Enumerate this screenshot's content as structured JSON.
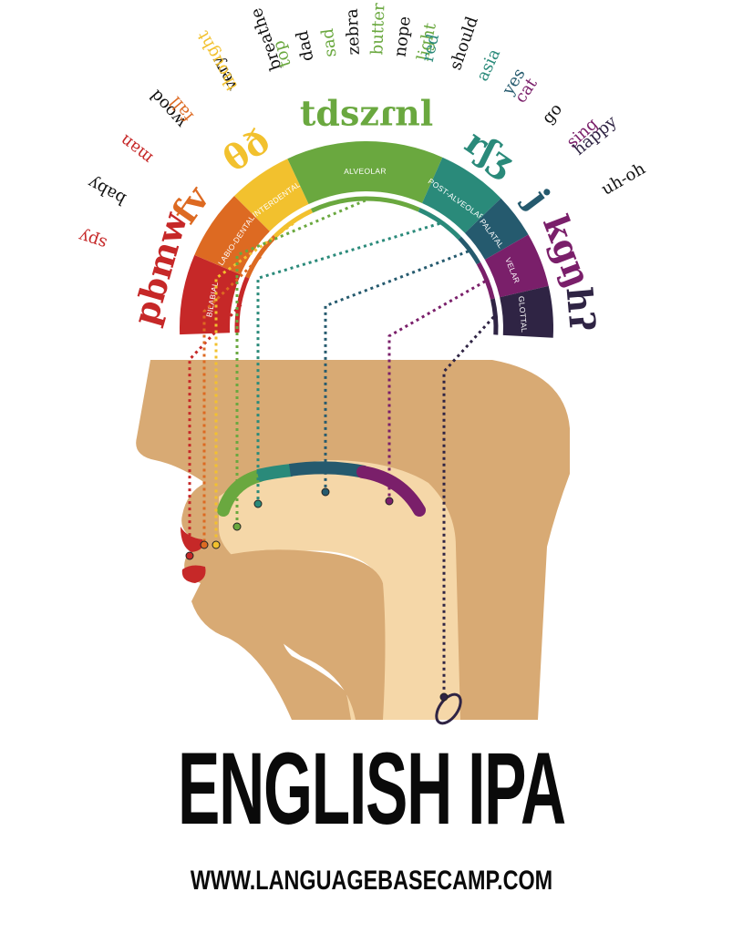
{
  "title": "ENGLISH IPA",
  "website": "WWW.LANGUAGEBASECAMP.COM",
  "places": [
    {
      "id": "bilabial",
      "label": "BILABIAL",
      "color": "#c62828",
      "symbols": "pbmw",
      "examples": [
        "spy",
        "baby",
        "man",
        "wood"
      ]
    },
    {
      "id": "labio-dental",
      "label": "LABIO-DENTAL",
      "color": "#dd6a22",
      "symbols": "fv",
      "examples": [
        "fall",
        "very"
      ]
    },
    {
      "id": "interdental",
      "label": "INTERDENTAL",
      "color": "#f2c12e",
      "symbols": "θð",
      "examples": [
        "thought",
        "breathe"
      ]
    },
    {
      "id": "alveolar",
      "label": "ALVEOLAR",
      "color": "#6aa83f",
      "symbols": "tdszɾnl",
      "examples": [
        "top",
        "dad",
        "sad",
        "zebra",
        "butter",
        "nope",
        "light"
      ]
    },
    {
      "id": "post-alveolar",
      "label": "POST-ALVEOLAR",
      "color": "#2a8a7a",
      "symbols": "rʃʒ",
      "examples": [
        "red",
        "should",
        "asia"
      ]
    },
    {
      "id": "palatal",
      "label": "PALATAL",
      "color": "#255a6e",
      "symbols": "j",
      "examples": [
        "yes"
      ]
    },
    {
      "id": "velar",
      "label": "VELAR",
      "color": "#7a1f6a",
      "symbols": "kgŋ",
      "examples": [
        "cat",
        "go",
        "sing"
      ]
    },
    {
      "id": "glottal",
      "label": "GLOTTAL",
      "color": "#2f2444",
      "symbols": "hʔ",
      "examples": [
        "happy",
        "uh-oh"
      ]
    }
  ],
  "colors": {
    "skin_dark": "#d8aa74",
    "skin_light": "#f5d7a8",
    "text_dark": "#111111"
  }
}
